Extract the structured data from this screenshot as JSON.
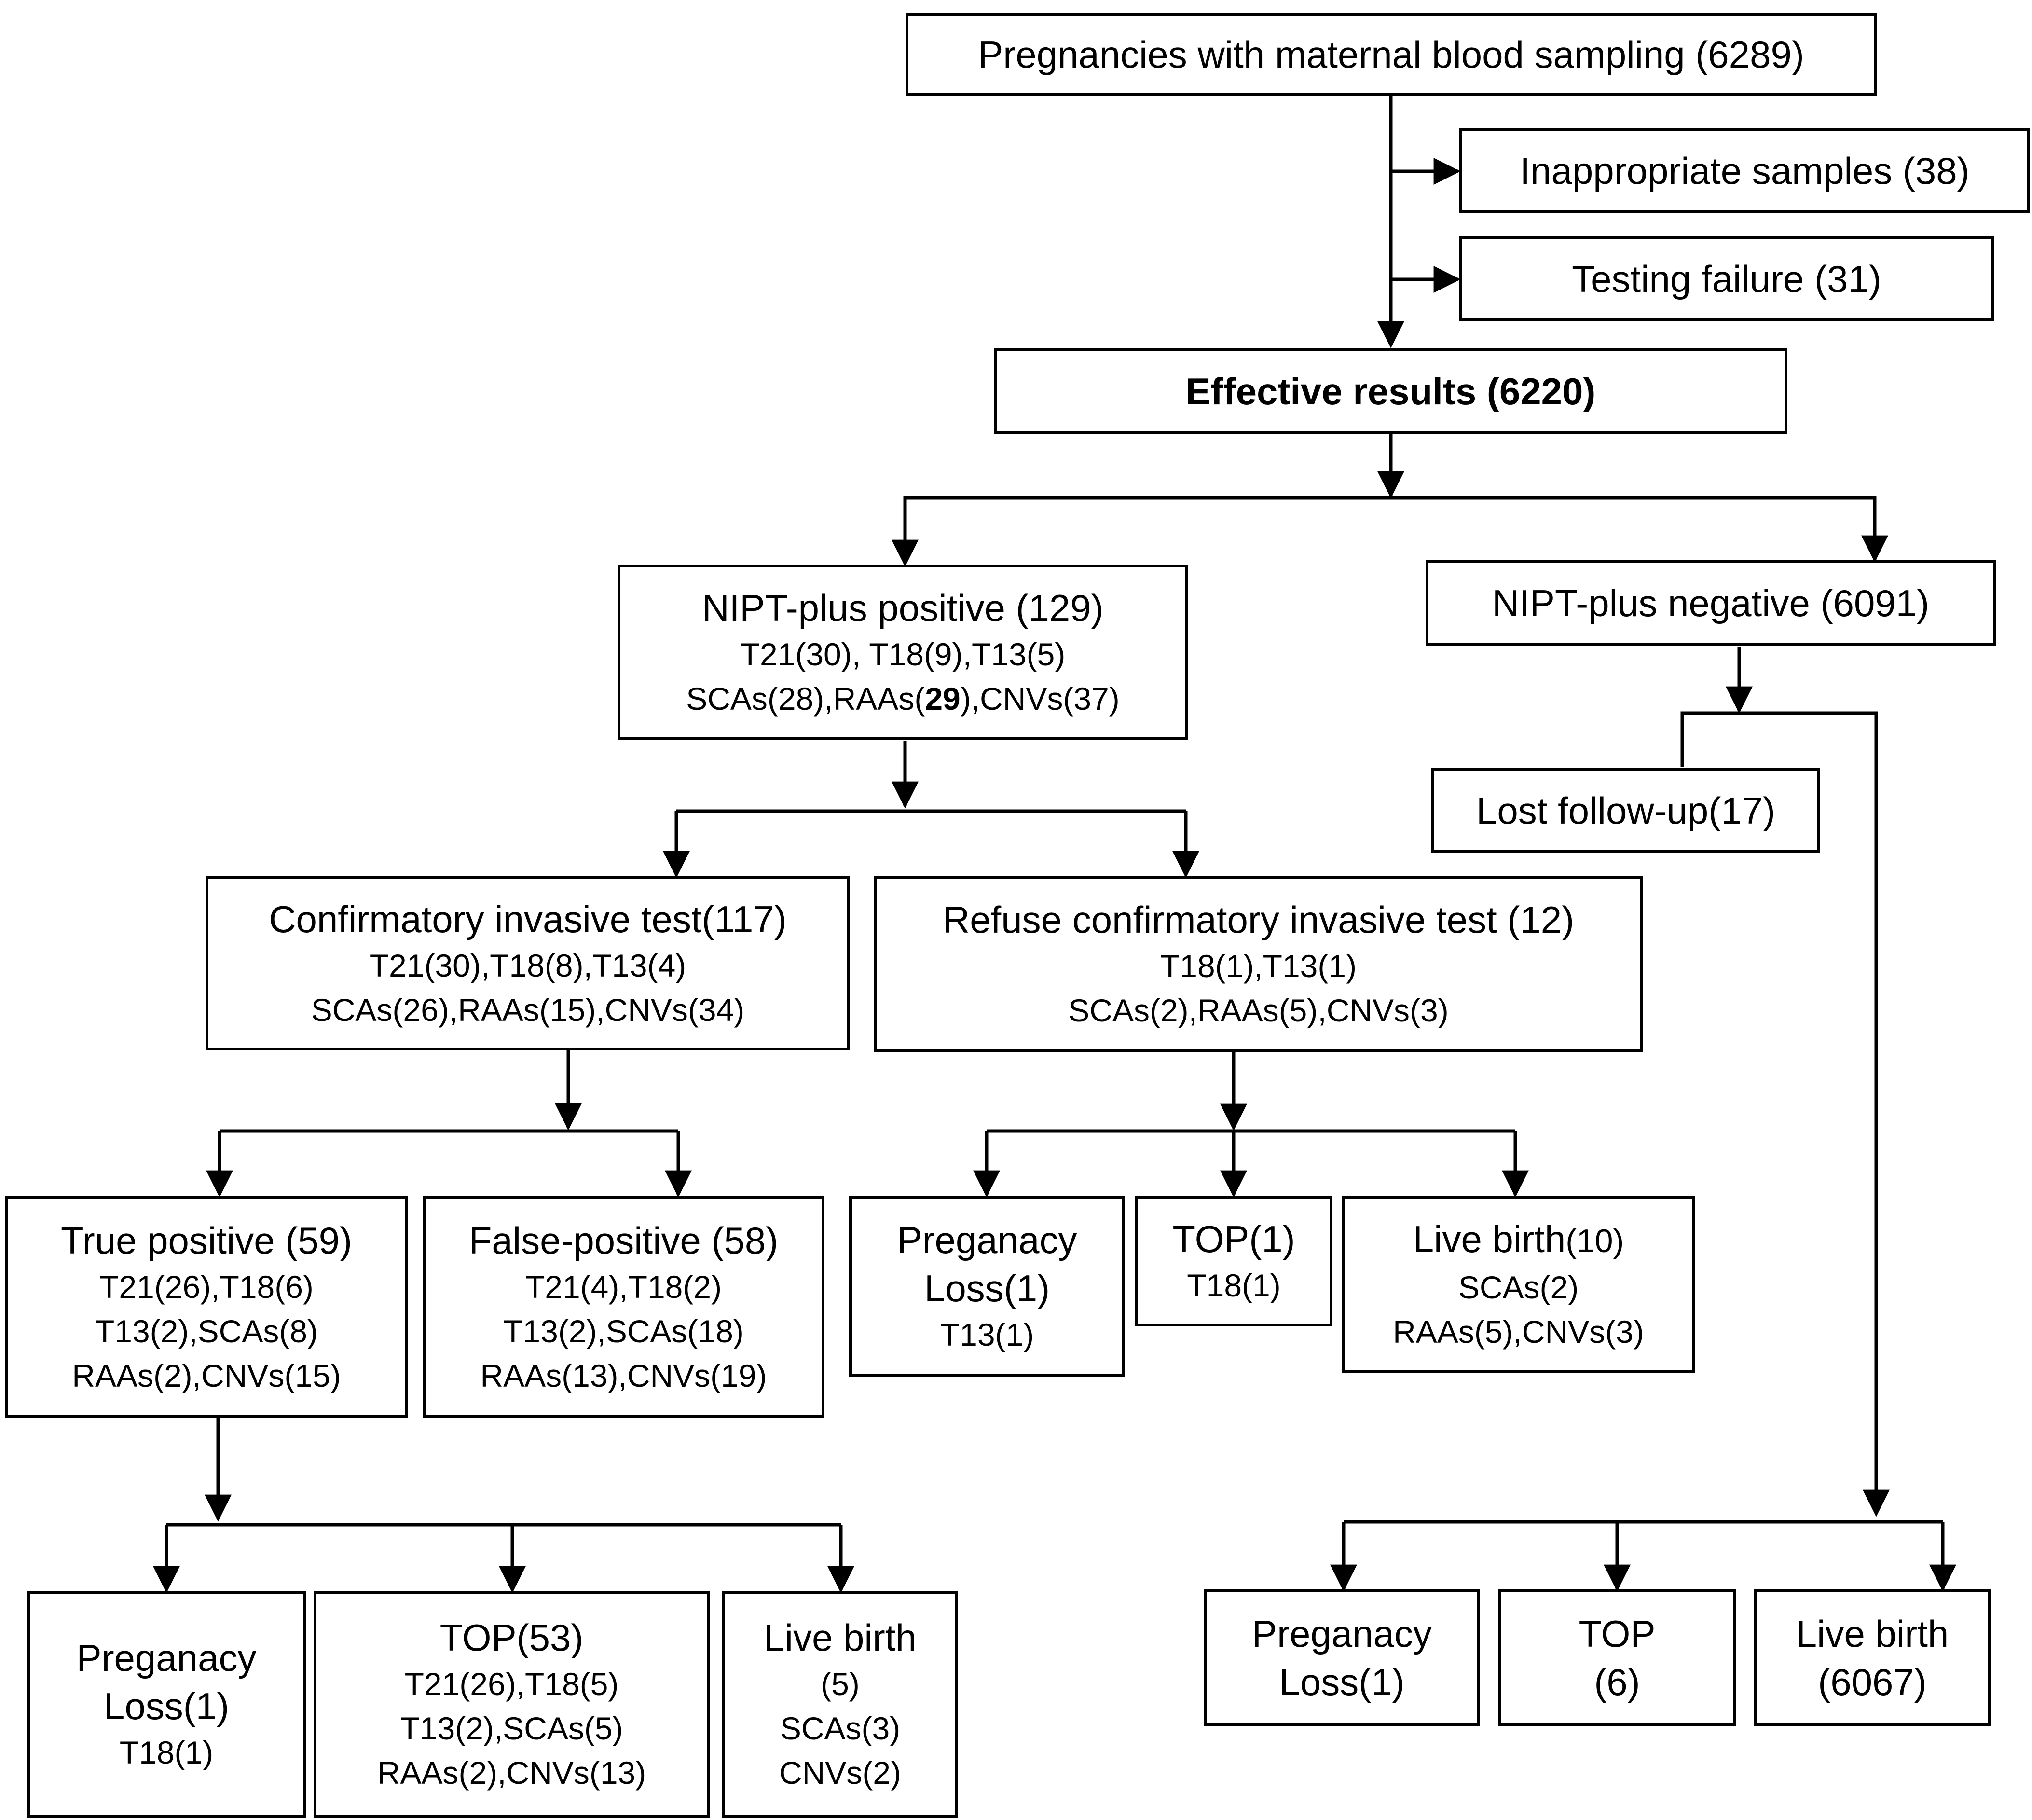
{
  "nodes": {
    "sampling": {
      "title": "Pregnancies with maternal blood sampling (6289)"
    },
    "inappropriate": {
      "title": "Inappropriate samples (38)"
    },
    "failure": {
      "title": "Testing failure (31)"
    },
    "effective": {
      "title": "Effective results (6220)"
    },
    "positive": {
      "title": "NIPT-plus positive (129)",
      "line1": "T21(30), T18(9),T13(5)",
      "line2_pre": "SCAs(28),RAAs(",
      "line2_bold": "29",
      "line2_post": "),CNVs(37)"
    },
    "negative": {
      "title": "NIPT-plus negative (6091)"
    },
    "lost": {
      "title": "Lost follow-up(17)"
    },
    "confirm": {
      "title": "Confirmatory invasive test(117)",
      "line1": "T21(30),T18(8),T13(4)",
      "line2": "SCAs(26),RAAs(15),CNVs(34)"
    },
    "refuse": {
      "title": "Refuse confirmatory invasive test (12)",
      "line1": "T18(1),T13(1)",
      "line2": "SCAs(2),RAAs(5),CNVs(3)"
    },
    "true_pos": {
      "title": "True positive (59)",
      "line1": "T21(26),T18(6)",
      "line2": "T13(2),SCAs(8)",
      "line3": "RAAs(2),CNVs(15)"
    },
    "false_pos": {
      "title": "False-positive (58)",
      "line1": "T21(4),T18(2)",
      "line2": "T13(2),SCAs(18)",
      "line3": "RAAs(13),CNVs(19)"
    },
    "refuse_loss": {
      "title_1": "Preganacy",
      "title_2": "Loss(1)",
      "line1": "T13(1)"
    },
    "refuse_top": {
      "title": "TOP(1)",
      "line1": "T18(1)"
    },
    "refuse_live": {
      "title_pre": "Live birth",
      "title_count": "(10)",
      "line1": "SCAs(2)",
      "line2": "RAAs(5),CNVs(3)"
    },
    "tp_loss": {
      "title_1": "Preganacy",
      "title_2": "Loss(1)",
      "line1": "T18(1)"
    },
    "tp_top": {
      "title": "TOP(53)",
      "line1": "T21(26),T18(5)",
      "line2": "T13(2),SCAs(5)",
      "line3": "RAAs(2),CNVs(13)"
    },
    "tp_live": {
      "title_1": "Live birth",
      "line1": "(5)",
      "line2": "SCAs(3)",
      "line3": "CNVs(2)"
    },
    "neg_loss": {
      "title_1": "Preganacy",
      "title_2": "Loss(1)"
    },
    "neg_top": {
      "title_1": "TOP",
      "title_2": "(6)"
    },
    "neg_live": {
      "title_1": "Live birth",
      "title_2": "(6067)"
    }
  }
}
